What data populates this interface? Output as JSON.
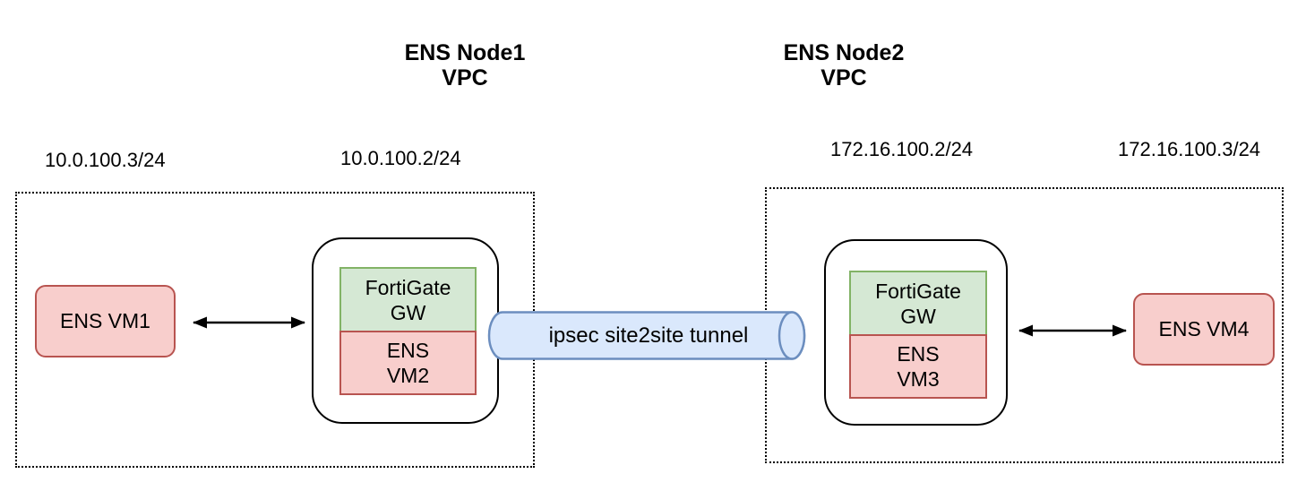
{
  "diagram": {
    "node1": {
      "title": "ENS Node1\nVPC",
      "ip_vm1": "10.0.100.3/24",
      "ip_gw": "10.0.100.2/24",
      "vm1_label": "ENS VM1",
      "gateway": {
        "fortigate_label": "FortiGate\nGW",
        "vm_label": "ENS\nVM2"
      }
    },
    "node2": {
      "title": "ENS Node2\nVPC",
      "ip_gw": "172.16.100.2/24",
      "ip_vm4": "172.16.100.3/24",
      "vm4_label": "ENS VM4",
      "gateway": {
        "fortigate_label": "FortiGate\nGW",
        "vm_label": "ENS\nVM3"
      }
    },
    "tunnel": {
      "label": "ipsec site2site tunnel"
    },
    "colors": {
      "vm_fill": "#f8cecc",
      "vm_stroke": "#b85450",
      "gw_fill": "#d5e8d4",
      "gw_stroke": "#82b366",
      "tunnel_fill": "#dae8fc",
      "tunnel_stroke": "#6c8ebf",
      "line": "#000000"
    }
  }
}
